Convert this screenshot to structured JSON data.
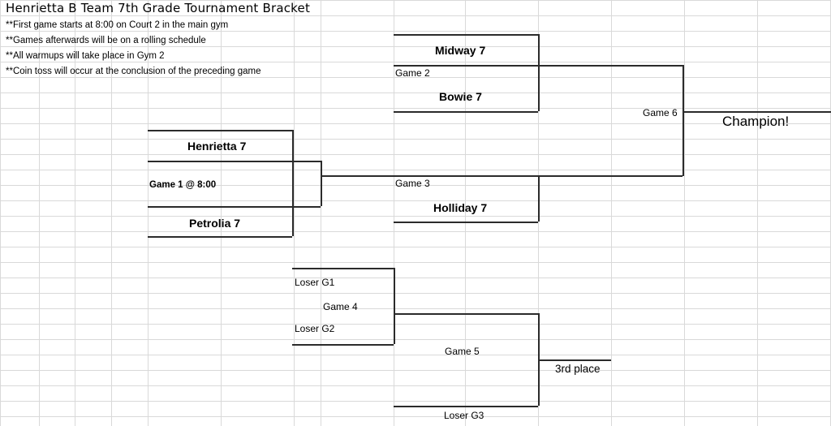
{
  "header": {
    "title": "Henrietta B Team 7th Grade Tournament Bracket",
    "notes": [
      "**First game starts at 8:00 on Court 2 in the main gym",
      "**Games afterwards will be on a rolling schedule",
      "**All warmups will take place in Gym 2",
      "**Coin toss will occur at the conclusion of the preceding game"
    ]
  },
  "bracket": {
    "game1": {
      "label": "Game 1 @ 8:00",
      "top_team": "Henrietta 7",
      "bottom_team": "Petrolia 7"
    },
    "game2": {
      "label": "Game 2",
      "top_team": "Midway 7",
      "bottom_team": "Bowie 7"
    },
    "game3": {
      "label": "Game 3",
      "bottom_team": "Holliday 7"
    },
    "game4": {
      "label": "Game 4",
      "top_team": "Loser G1",
      "bottom_team": "Loser G2"
    },
    "game5": {
      "label": "Game 5",
      "bottom_team": "Loser G3"
    },
    "game6": {
      "label": "Game 6"
    },
    "champion": "Champion!",
    "third_place": "3rd place"
  },
  "colors": {
    "line": "#2b2b2b",
    "gridline": "#d9d9d9",
    "background": "#ffffff",
    "text": "#000000"
  }
}
